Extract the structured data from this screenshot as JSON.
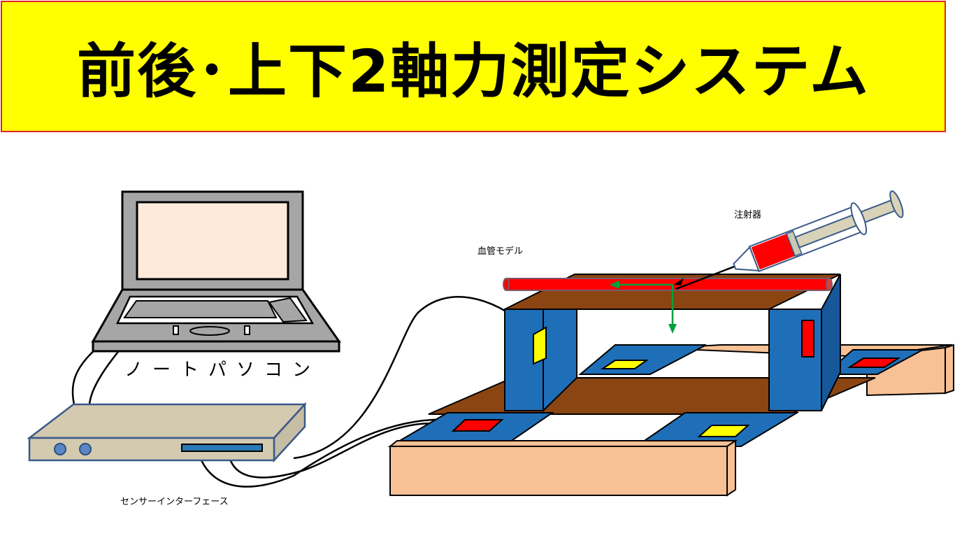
{
  "title": "前後･上下2軸力測定システム",
  "labels": {
    "laptop": "ノートパソコン",
    "interface": "センサーインターフェース",
    "vessel": "血管モデル",
    "syringe": "注射器"
  },
  "colors": {
    "banner_bg": "#ffff00",
    "banner_border": "#e0242a",
    "sensor_blue": "#1f6fb8",
    "frame_brown": "#8b4513",
    "wood": "#f8c195",
    "vessel_red": "#ff0000",
    "sensor_yellow": "#ffff00",
    "force_arrow": "#00a040",
    "interface_box": "#d3cab0"
  },
  "icons": [
    "laptop-icon",
    "syringe-icon"
  ]
}
